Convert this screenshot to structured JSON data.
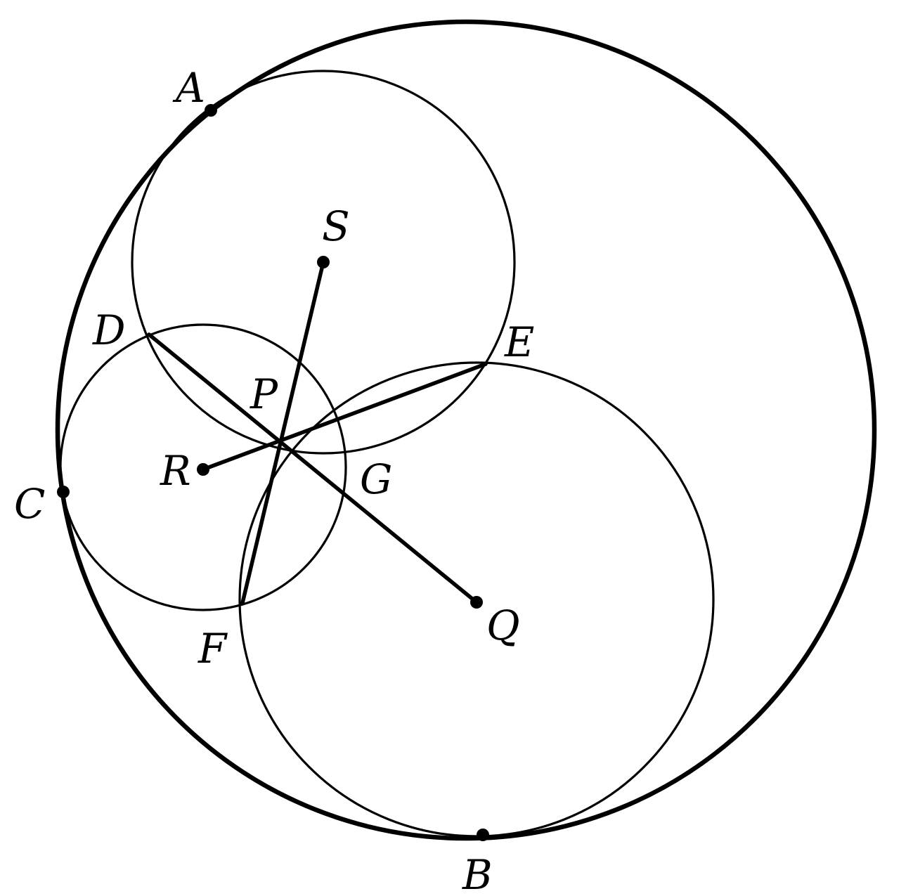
{
  "diagram": {
    "labels": {
      "A": "A",
      "B": "B",
      "C": "C",
      "D": "D",
      "E": "E",
      "F": "F",
      "G": "G",
      "P": "P",
      "Q": "Q",
      "R": "R",
      "S": "S"
    },
    "stroke_color": "#000000",
    "background_color": "#ffffff"
  }
}
